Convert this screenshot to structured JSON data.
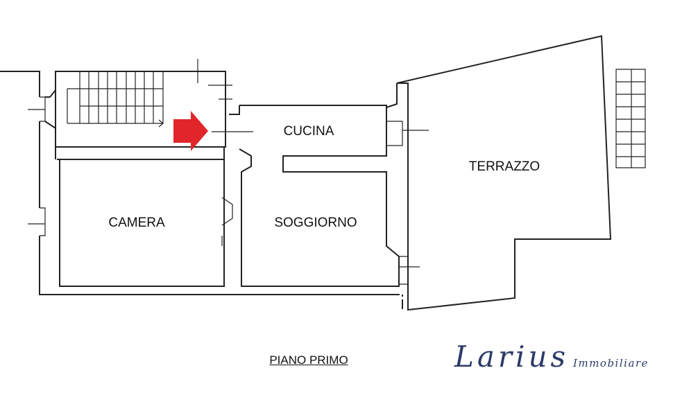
{
  "plan": {
    "rooms": [
      {
        "id": "cucina",
        "label": "CUCINA"
      },
      {
        "id": "terrazzo",
        "label": "TERRAZZO"
      },
      {
        "id": "camera",
        "label": "CAMERA"
      },
      {
        "id": "soggiorno",
        "label": "SOGGIORNO"
      }
    ],
    "floor_title": "PIANO PRIMO",
    "entrance_arrow_color": "#e0262b"
  },
  "logo": {
    "name": "Larius",
    "subtitle": "Immobiliare",
    "color": "#2b3a67"
  }
}
